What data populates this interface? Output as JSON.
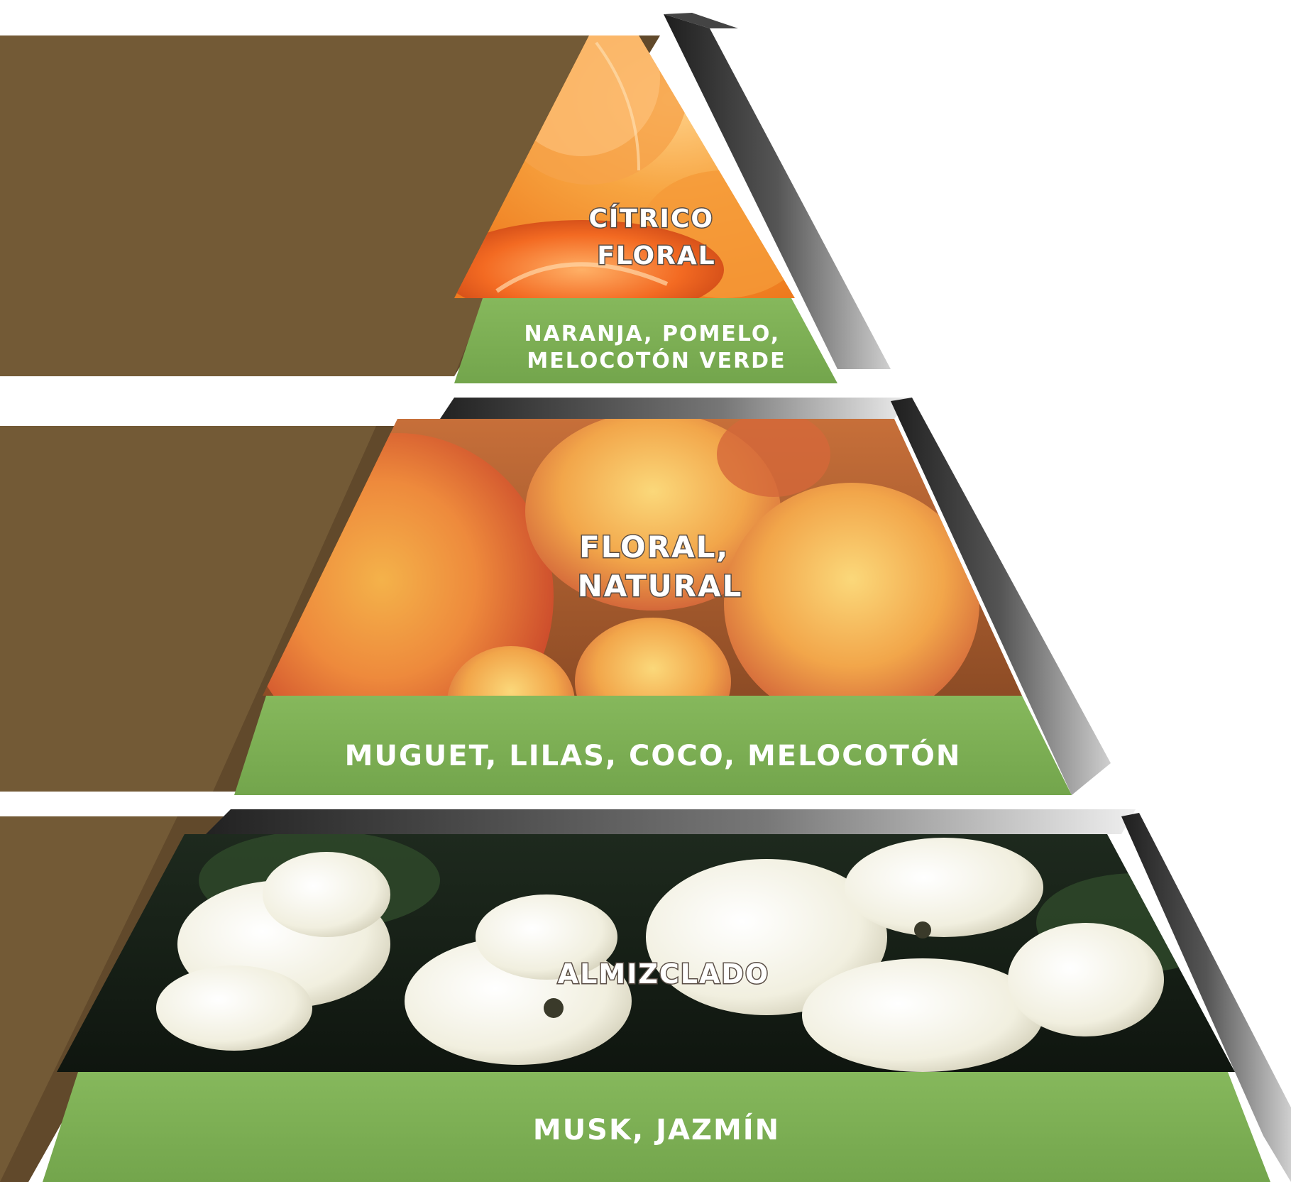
{
  "pyramid": {
    "tiers": [
      {
        "id": "top",
        "title_lines": [
          "CÍTRICO",
          "FLORAL"
        ],
        "notes_lines": [
          "NARANJA, POMELO,",
          "MELOCOTÓN VERDE"
        ],
        "photo": "orange-slices-image"
      },
      {
        "id": "middle",
        "title_lines": [
          "FLORAL,",
          "NATURAL"
        ],
        "notes_lines": [
          "MUGUET, LILAS, COCO, MELOCOTÓN"
        ],
        "photo": "peaches-image"
      },
      {
        "id": "base",
        "title_lines": [
          "ALMIZCLADO"
        ],
        "notes_lines": [
          "MUSK, JAZMÍN"
        ],
        "photo": "white-jasmine-flowers-image"
      }
    ]
  },
  "colors": {
    "brown_band": "#735a36",
    "brown_band_dark": "#5a4226",
    "notes_band_green": "#7fb157",
    "side_bevel_dark": "#2a2a2a",
    "side_bevel_light": "#d8d8d8"
  }
}
